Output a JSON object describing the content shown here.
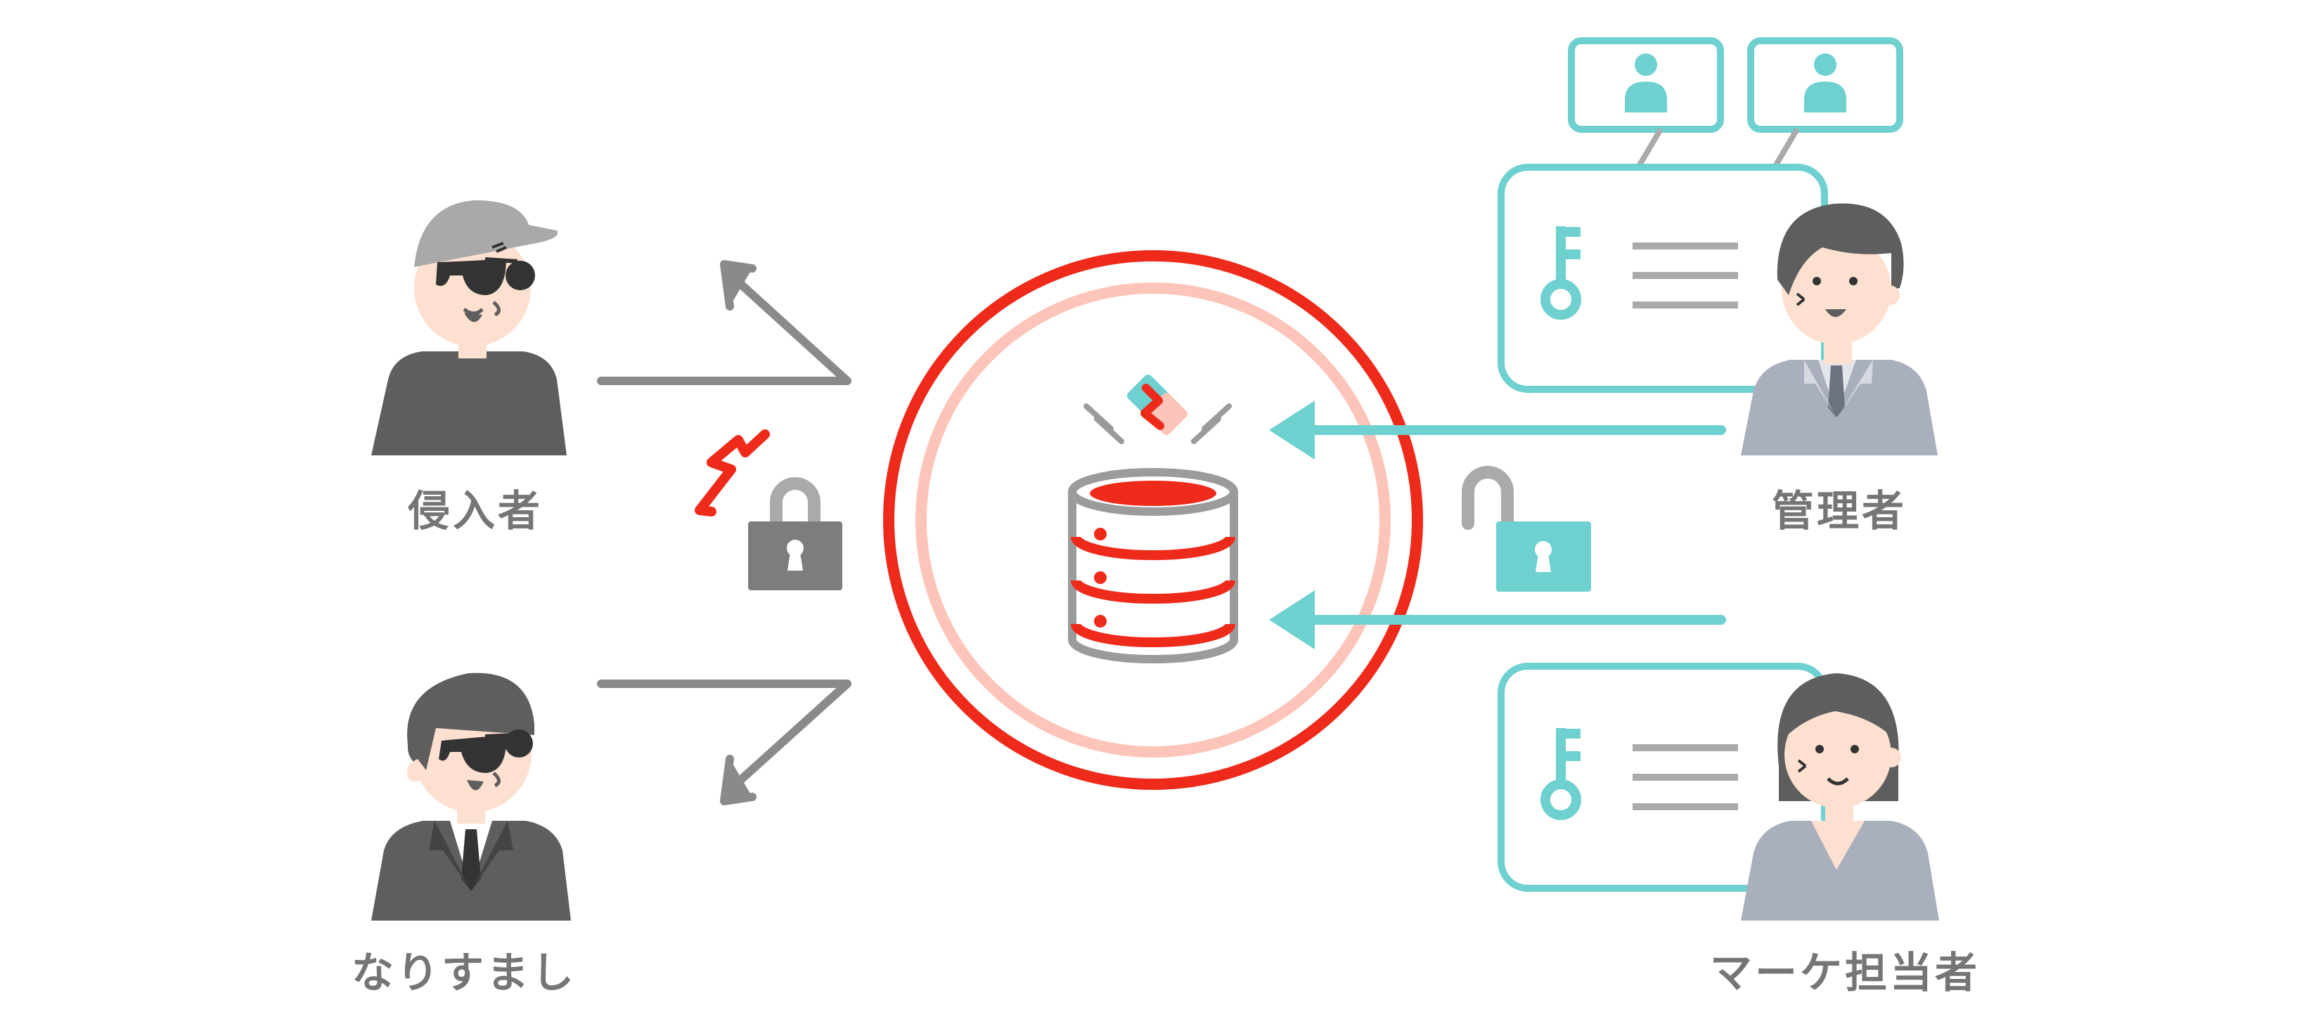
{
  "labels": {
    "intruder": "侵入者",
    "impersonator": "なりすまし",
    "administrator": "管理者",
    "marketer": "マーケ担当者"
  },
  "colors": {
    "red": "#ee2a1b",
    "pink": "#fdc4b9",
    "teal": "#6fd0d0",
    "gray": "#8a8a8a",
    "dark": "#5e5e5e",
    "skin": "#fde0cf",
    "suit_light": "#a9afbd"
  },
  "icons": [
    "padlock-locked-icon",
    "padlock-unlocked-icon",
    "database-icon",
    "key-icon",
    "id-card-icon",
    "user-icon",
    "lightning-icon"
  ]
}
